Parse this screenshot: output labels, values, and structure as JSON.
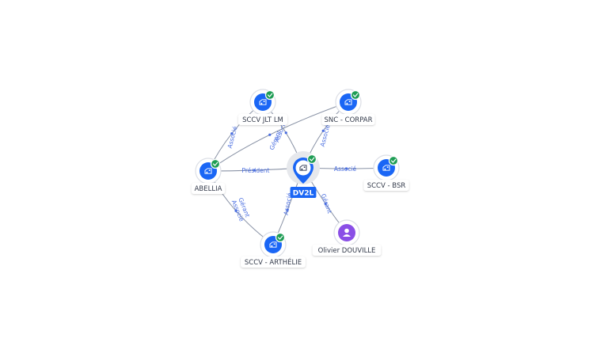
{
  "graph": {
    "center": {
      "id": "dv2l",
      "label": "DV2L",
      "icon": "building-icon",
      "verified": true,
      "accent": "#1a66f5"
    },
    "nodes": [
      {
        "id": "sccv-jlt-lm",
        "label": "SCCV JLT LM",
        "type": "company",
        "icon": "building-icon",
        "verified": true
      },
      {
        "id": "snc-corpar",
        "label": "SNC - CORPAR",
        "type": "company",
        "icon": "building-icon",
        "verified": true
      },
      {
        "id": "abellia",
        "label": "ABELLIA",
        "type": "company",
        "icon": "building-icon",
        "verified": true
      },
      {
        "id": "sccv-bsr",
        "label": "SCCV - BSR",
        "type": "company",
        "icon": "building-icon",
        "verified": true
      },
      {
        "id": "sccv-arthelie",
        "label": "SCCV - ARTHÉLIE",
        "type": "company",
        "icon": "building-icon",
        "verified": true
      },
      {
        "id": "olivier-douville",
        "label": "Olivier DOUVILLE",
        "type": "person",
        "icon": "person-icon",
        "verified": false
      }
    ],
    "edges": [
      {
        "id": "e1",
        "from": "dv2l",
        "to": "sccv-jlt-lm",
        "labels": [
          "Gérant",
          "Associé"
        ]
      },
      {
        "id": "e2",
        "from": "dv2l",
        "to": "snc-corpar",
        "labels": [
          "Associé"
        ]
      },
      {
        "id": "e3",
        "from": "dv2l",
        "to": "abellia",
        "labels": [
          "Président"
        ]
      },
      {
        "id": "e4",
        "from": "dv2l",
        "to": "sccv-bsr",
        "labels": [
          "Associé"
        ]
      },
      {
        "id": "e5",
        "from": "dv2l",
        "to": "sccv-arthelie",
        "labels": [
          "Associé"
        ]
      },
      {
        "id": "e6",
        "from": "dv2l",
        "to": "olivier-douville",
        "labels": [
          "Gérant"
        ]
      },
      {
        "id": "e7",
        "from": "abellia",
        "to": "sccv-jlt-lm",
        "labels": [
          "Associé"
        ]
      },
      {
        "id": "e8",
        "from": "abellia",
        "to": "sccv-arthelie",
        "labels": [
          "Gérant",
          "Associé"
        ]
      },
      {
        "id": "e9",
        "from": "abellia",
        "to": "snc-corpar",
        "labels": []
      }
    ],
    "colors": {
      "edge": "#8a93a6",
      "edge_label": "#4a6ee0",
      "company": "#1a66f5",
      "person": "#8a4fe6",
      "verified": "#1f9d55"
    }
  }
}
